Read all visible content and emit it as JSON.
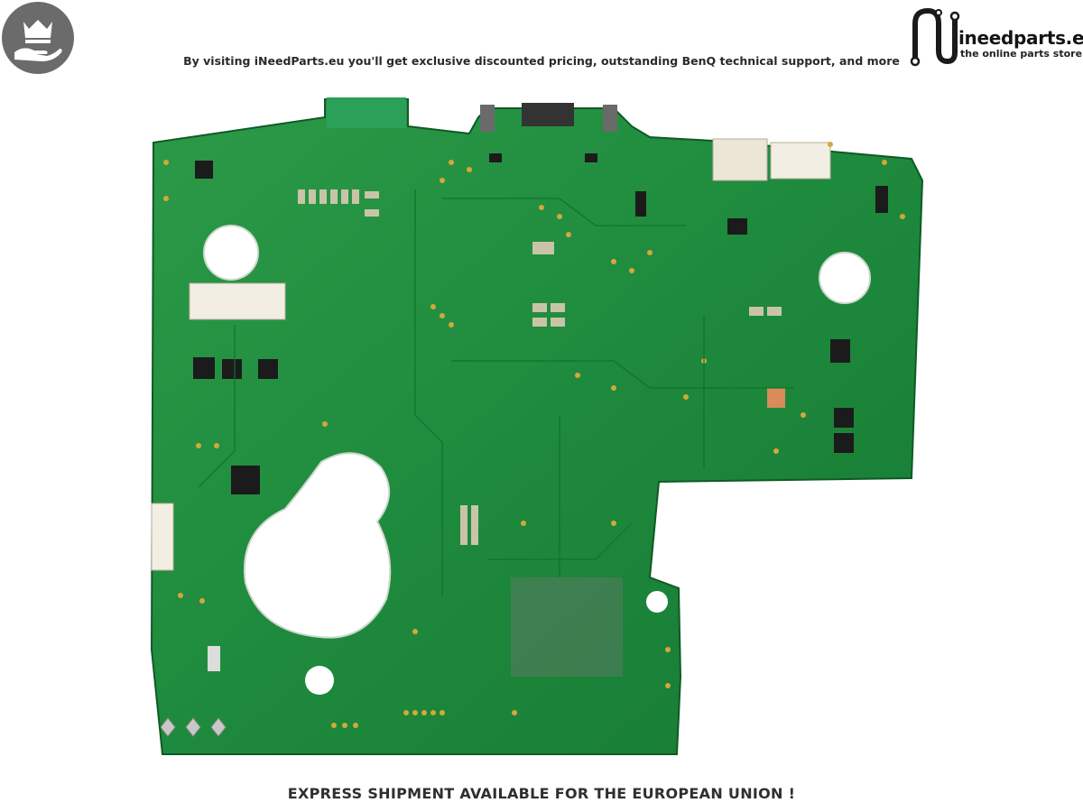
{
  "header": {
    "tagline": "By visiting iNeedParts.eu you'll get exclusive discounted pricing, outstanding BenQ technical support, and more",
    "logo_name": "ineedparts.eu",
    "logo_sub": "the online parts store",
    "badge_icon": "crown-hand-icon"
  },
  "photo": {
    "subject": "pcb-board-icon",
    "board_color": "#1f8a3c",
    "pad_color": "#d4a83a"
  },
  "footer": {
    "notice": "EXPRESS SHIPMENT AVAILABLE FOR THE EUROPEAN UNION !"
  }
}
